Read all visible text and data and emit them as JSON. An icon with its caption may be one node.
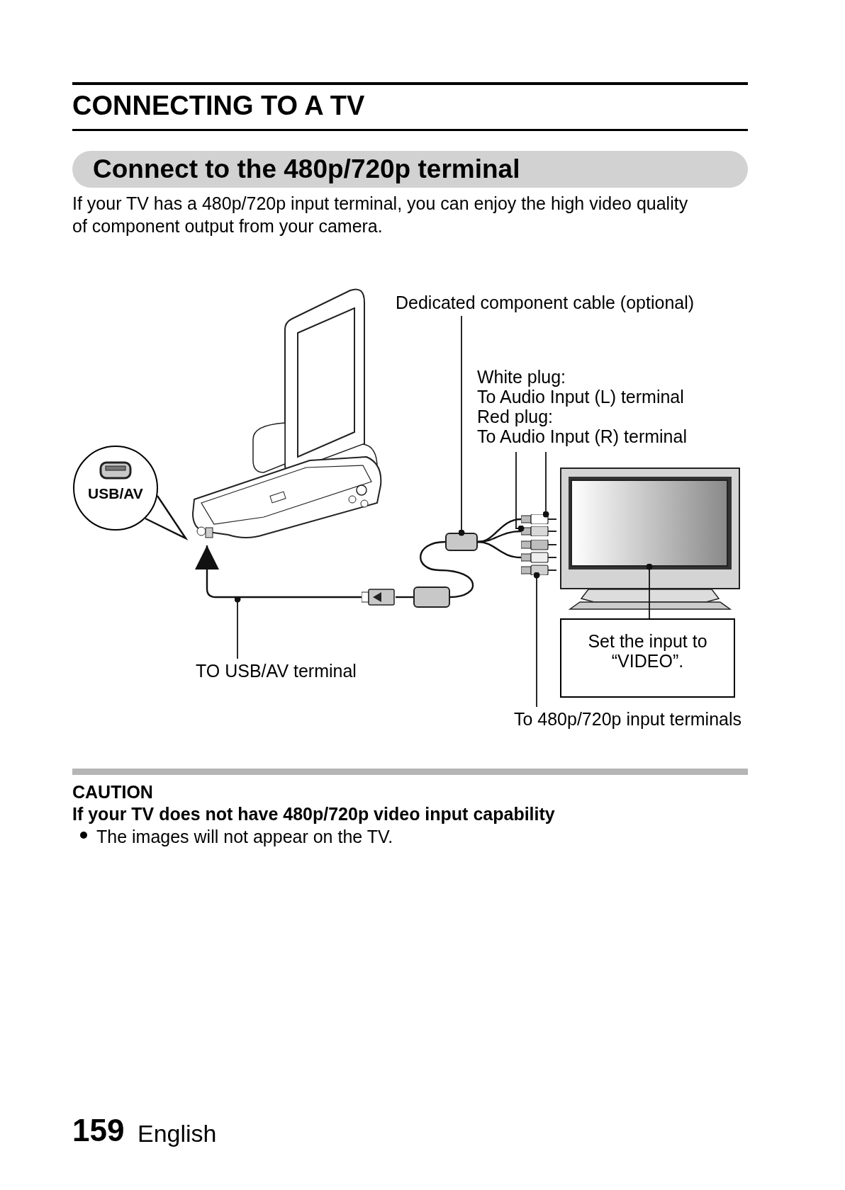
{
  "diagram": {
    "title": "CONNECTING TO A TV",
    "nodes": [
      {
        "text": [],
        "shape": "picture"
      },
      {
        "text": [
          "USB/AV"
        ]
      },
      {
        "text": [
          "Dedicated component cable (optional)"
        ]
      },
      {
        "text": [],
        "shape": "box"
      },
      {
        "text": [
          "White plug:",
          "To Audio Input (L) terminal",
          "Red plug:",
          "To Audio Input (R) terminal"
        ]
      },
      {
        "text": [],
        "shape": "picture"
      },
      {
        "text": [],
        "shape": "picture"
      },
      {
        "text": [],
        "shape": "picture"
      },
      {
        "text": [],
        "shape": "picture"
      },
      {
        "text": [],
        "shape": "picture",
        "in": 8
      },
      {
        "text": [
          "Set the input to “VIDEO”."
        ]
      },
      {
        "text": [
          "To 480p/720p input terminals"
        ]
      },
      {
        "text": [
          "TO USB/AV terminal"
        ]
      },
      {
        "text": [],
        "shape": "picture"
      },
      {
        "text": [],
        "shape": "box"
      }
    ],
    "edges": [
      {
        "from": 1,
        "to": 0,
        "arrow": "none"
      },
      {
        "from": 2,
        "to": 3,
        "arrow": "other"
      },
      {
        "from": 4,
        "to": 5,
        "arrow": "other"
      },
      {
        "from": 4,
        "to": 6,
        "arrow": "other"
      },
      {
        "from": 10,
        "to": 9,
        "arrow": "other"
      },
      {
        "from": 11,
        "to": 7,
        "arrow": "other"
      },
      {
        "from": 12,
        "to": null,
        "arrow": "other"
      },
      {
        "from": 13,
        "to": 0,
        "arrow": "to"
      },
      {
        "from": 13,
        "to": 14,
        "arrow": "none"
      },
      {
        "from": 14,
        "to": 3,
        "arrow": "none"
      },
      {
        "from": 3,
        "to": 5,
        "arrow": "none"
      },
      {
        "from": 3,
        "to": 6,
        "arrow": "none"
      },
      {
        "from": 3,
        "to": 7,
        "arrow": "none"
      }
    ],
    "labels": [
      "Connect to the 480p/720p terminal",
      "If your TV has a 480p/720p input terminal, you can enjoy the high video quality of component output from your camera.",
      "CAUTION",
      "If your TV does not have 480p/720p video input capability",
      "The images will not appear on the TV.",
      "159",
      "English"
    ]
  }
}
